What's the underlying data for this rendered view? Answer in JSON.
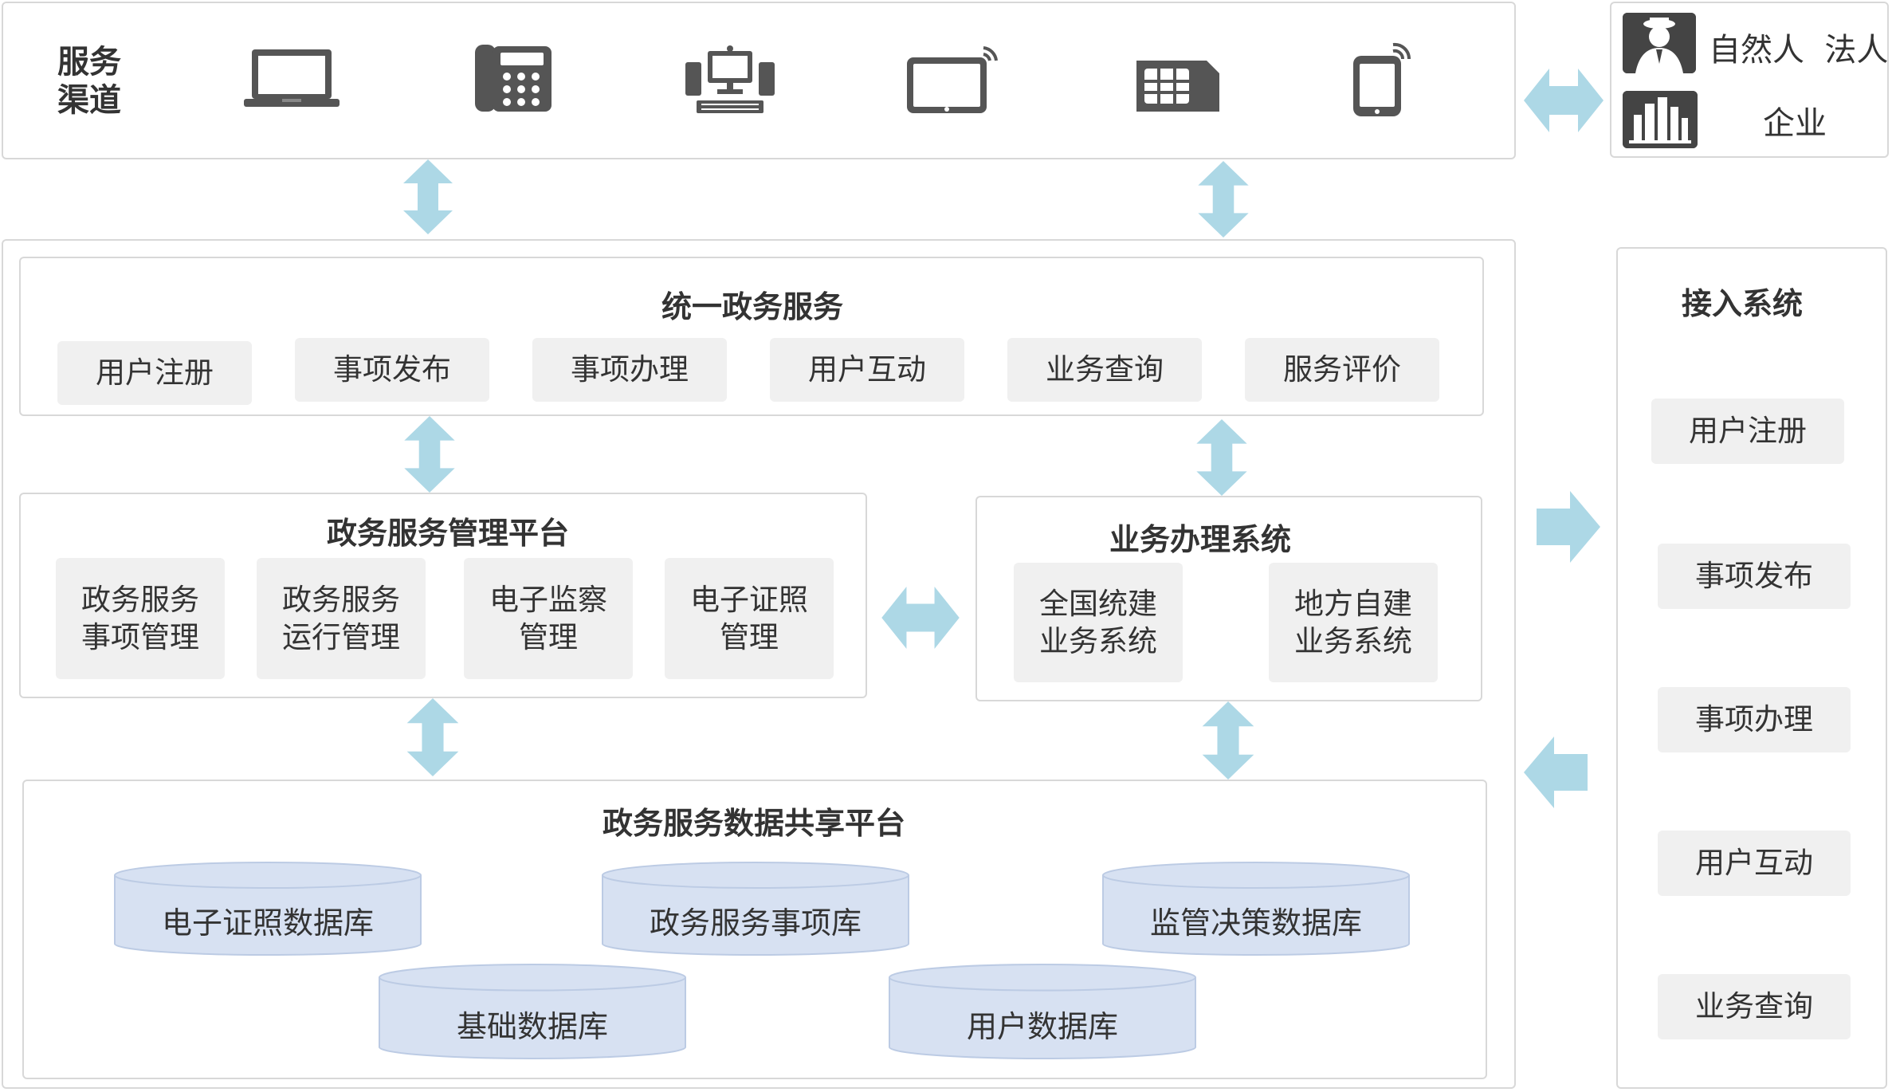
{
  "colors": {
    "arrow": "#add8e6",
    "device": "#555555",
    "db_fill": "#d7e1f2",
    "db_stroke": "#bccbe4",
    "pill_bg": "#f0f0f0",
    "border": "#d8d8d8"
  },
  "channels": {
    "title": "服务渠道",
    "devices": [
      "laptop-icon",
      "desk-phone-icon",
      "desktop-computer-icon",
      "wireless-tablet-icon",
      "sim-card-icon",
      "wireless-phone-icon"
    ]
  },
  "users": {
    "person_label": "自然人  法人",
    "enterprise_label": "企业",
    "person_icon": "person-icon",
    "enterprise_icon": "building-icon"
  },
  "unified": {
    "title": "统一政务服务",
    "items": [
      "用户注册",
      "事项发布",
      "事项办理",
      "用户互动",
      "业务查询",
      "服务评价"
    ]
  },
  "mgmt": {
    "title": "政务服务管理平台",
    "items": [
      [
        "政务服务",
        "事项管理"
      ],
      [
        "政务服务",
        "运行管理"
      ],
      [
        "电子监察",
        "管理"
      ],
      [
        "电子证照",
        "管理"
      ]
    ]
  },
  "business": {
    "title": "业务办理系统",
    "items": [
      [
        "全国统建",
        "业务系统"
      ],
      [
        "地方自建",
        "业务系统"
      ]
    ]
  },
  "datashare": {
    "title": "政务服务数据共享平台",
    "databases": [
      "电子证照数据库",
      "政务服务事项库",
      "监管决策数据库",
      "基础数据库",
      "用户数据库"
    ]
  },
  "access": {
    "title": "接入系统",
    "items": [
      "用户注册",
      "事项发布",
      "事项办理",
      "用户互动",
      "业务查询"
    ]
  }
}
